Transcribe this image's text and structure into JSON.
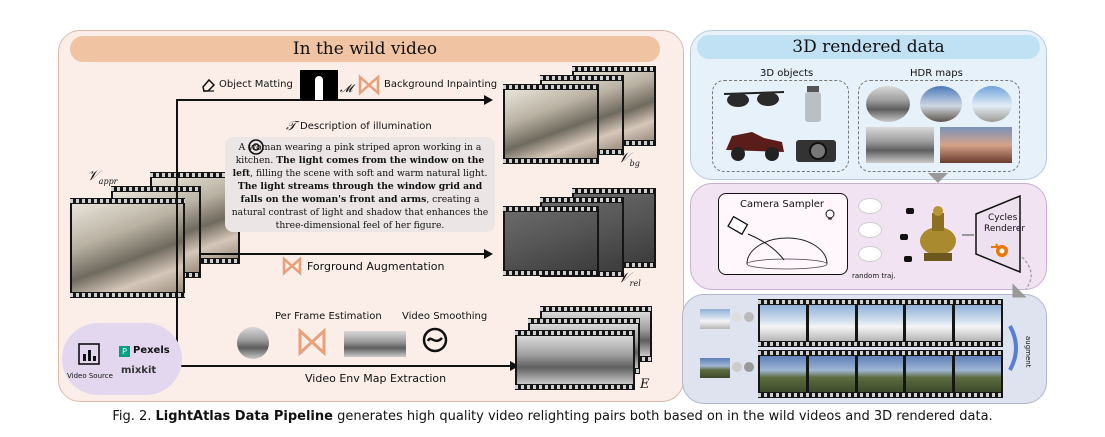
{
  "left": {
    "title": "In the wild video",
    "v_appr": "𝒱",
    "v_appr_sub": "appr",
    "object_matting": "Object Matting",
    "mask_label": "𝓜",
    "background_inpainting": "Background Inpainting",
    "v_bg": "𝒱",
    "v_bg_sub": "bg",
    "t_label": "𝒯",
    "description_title": "Description of illumination",
    "description_p1": "A woman wearing a pink striped apron working in a kitchen. ",
    "description_b1": "The light comes from the window on the left",
    "description_p2": ", filling the scene with soft and warm natural light. ",
    "description_b2": "The light streams through the window grid and falls on the woman's front and arms",
    "description_p3": ", creating a natural contrast of light and shadow that enhances the three-dimensional feel of her figure.",
    "foreground_augmentation": "Forground Augmentation",
    "v_rel": "𝒱",
    "v_rel_sub": "rel",
    "per_frame_estimation": "Per Frame Estimation",
    "video_smoothing": "Video Smoothing",
    "env_map_extraction": "Video Env Map Extraction",
    "e_label": "E",
    "video_source": "Video Source",
    "pexels": "Pexels",
    "mixkit": "mixkit"
  },
  "right": {
    "title": "3D rendered data",
    "objects_label": "3D objects",
    "hdr_label": "HDR maps",
    "camera_sampler": "Camera Sampler",
    "random_traj": "random traj.",
    "cycles_renderer_1": "Cycles",
    "cycles_renderer_2": "Renderer",
    "augment": "augment"
  },
  "caption": {
    "prefix": "Fig. 2. ",
    "bold": "LightAtlas Data Pipeline",
    "rest": " generates high quality video relighting pairs both based on in the wild videos and 3D rendered data."
  },
  "colors": {
    "left_panel": "#fbeee9",
    "left_title": "#f0c3a3",
    "right_top": "#e6f1fa",
    "right_title": "#bfe1f3",
    "right_mid": "#f1e3f2",
    "right_bot": "#dfe3ef",
    "bowtie_icon": "#e8a07a"
  }
}
